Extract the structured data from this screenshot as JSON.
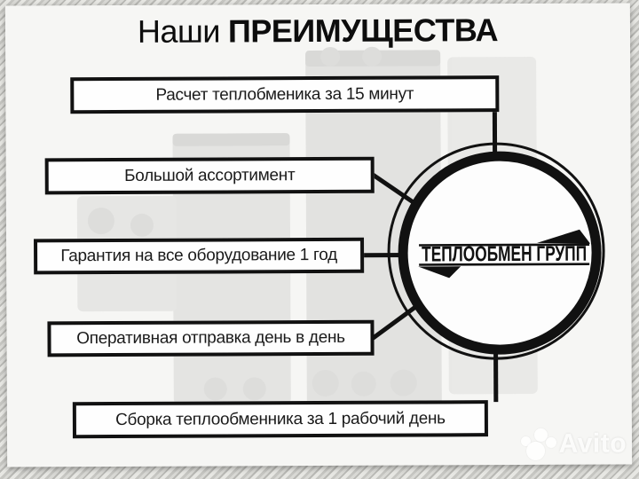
{
  "title": {
    "regular": "Наши",
    "bold": "ПРЕИМУЩЕСТВА"
  },
  "advantages": [
    {
      "label": "Расчет теплобменика за 15 минут"
    },
    {
      "label": "Большой ассортимент"
    },
    {
      "label": "Гарантия на все оборудование 1 год"
    },
    {
      "label": "Оперативная отправка день в день"
    },
    {
      "label": "Сборка теплообменника за 1 рабочий день"
    }
  ],
  "logo": {
    "name": "ТЕПЛООБМЕН ГРУПП"
  },
  "watermark": {
    "brand": "Avito"
  },
  "colors": {
    "ink": "#111111",
    "card": "#f6f6f4"
  }
}
